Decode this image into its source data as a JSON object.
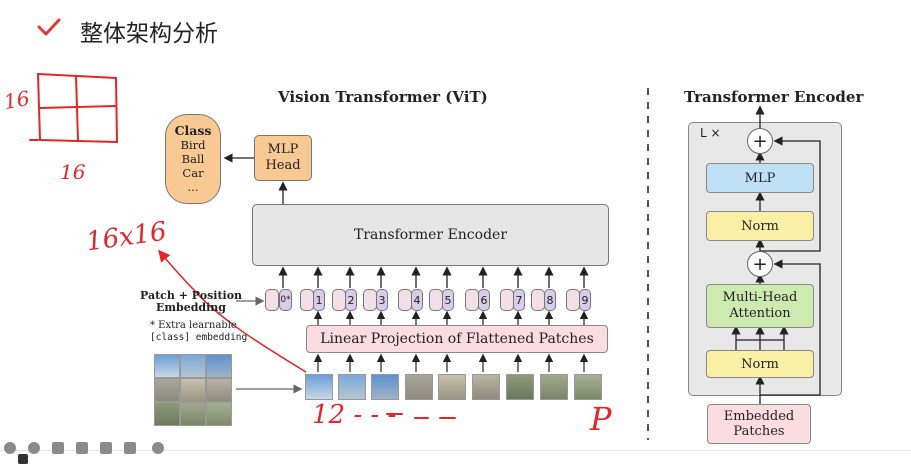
{
  "heading": "整体架构分析",
  "vit": {
    "title": "Vision Transformer (ViT)",
    "mlp_head": [
      "MLP",
      "Head"
    ],
    "class_box": {
      "title": "Class",
      "items": [
        "Bird",
        "Ball",
        "Car",
        "..."
      ]
    },
    "encoder_label": "Transformer Encoder",
    "linear_projection": "Linear Projection of Flattened Patches",
    "tokens": [
      "0",
      "*",
      "1",
      "2",
      "3",
      "4",
      "5",
      "6",
      "7",
      "8",
      "9"
    ],
    "pe_label": [
      "Patch + Position",
      "Embedding"
    ],
    "note": [
      "* Extra learnable",
      "[class] embedding"
    ]
  },
  "encoder_detail": {
    "title": "Transformer Encoder",
    "repeat": "L ×",
    "mlp": "MLP",
    "norm_top": "Norm",
    "mha": [
      "Multi-Head",
      "Attention"
    ],
    "norm_bottom": "Norm",
    "input": [
      "Embedded",
      "Patches"
    ],
    "plus": "+"
  },
  "handwriting": {
    "grid_left": "16",
    "grid_bottom": "16",
    "product": "16x16",
    "patch_range": "12 - - -",
    "patch_end": "P"
  },
  "colors": {
    "orange": "#f9c994",
    "gray": "#e6e6e6",
    "pink": "#fbdde1",
    "purple": "#d9cce8",
    "blue": "#bfe0f7",
    "yellow": "#fcefa6",
    "green": "#cdeab0",
    "ink_red": "#e0272a",
    "check_red": "#e03b3b"
  }
}
